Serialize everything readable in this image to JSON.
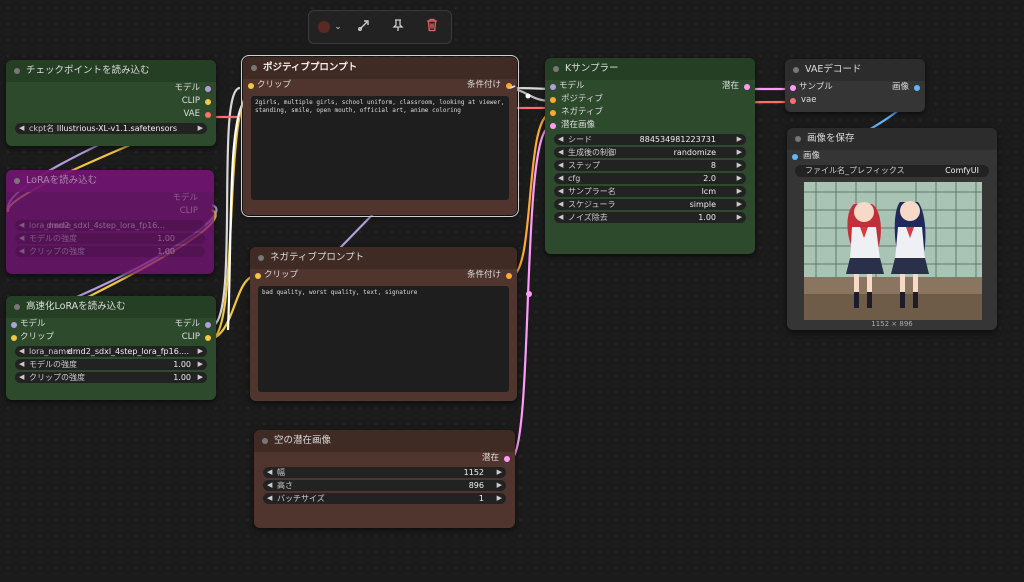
{
  "toolbar": {
    "color_chevron": "⌄",
    "bypass_icon": "bypass-icon",
    "pin_icon": "pin-icon",
    "delete_icon": "trash-icon",
    "color_value": "#5a2a22"
  },
  "nodes": {
    "checkpoint": {
      "title": "チェックポイントを読み込む",
      "outputs": [
        "モデル",
        "CLIP",
        "VAE"
      ],
      "widgets": [
        {
          "label": "ckpt名",
          "value": "Illustrious-XL-v1.1.safetensors"
        }
      ]
    },
    "lora_bypassed": {
      "title": "LoRAを読み込む",
      "outputs": [
        "モデル",
        "CLIP"
      ],
      "widgets": [
        {
          "label": "lora_name",
          "value": "dmd2_sdxl_4step_lora_fp16..."
        },
        {
          "label": "モデルの強度",
          "value": "1.00"
        },
        {
          "label": "クリップの強度",
          "value": "1.00"
        }
      ]
    },
    "lora": {
      "title": "高速化LoRAを読み込む",
      "inputs": [
        "モデル",
        "クリップ"
      ],
      "outputs": [
        "モデル",
        "CLIP"
      ],
      "widgets": [
        {
          "label": "lora_name",
          "value": "dmd2_sdxl_4step_lora_fp16...."
        },
        {
          "label": "モデルの強度",
          "value": "1.00"
        },
        {
          "label": "クリップの強度",
          "value": "1.00"
        }
      ]
    },
    "positive": {
      "title": "ポジティブプロンプト",
      "input": "クリップ",
      "output": "条件付け",
      "text": "2girls, multiple girls, school uniform, classroom, looking at viewer, standing, smile, open mouth, official art, anime coloring"
    },
    "negative": {
      "title": "ネガティブプロンプト",
      "input": "クリップ",
      "output": "条件付け",
      "text": "bad quality, worst quality, text, signature"
    },
    "ksampler": {
      "title": "Kサンプラー",
      "inputs": [
        "モデル",
        "ポジティブ",
        "ネガティブ",
        "潜在画像"
      ],
      "output": "潜在",
      "widgets": [
        {
          "label": "シード",
          "value": "884534981223731"
        },
        {
          "label": "生成後の制御",
          "value": "randomize"
        },
        {
          "label": "ステップ",
          "value": "8"
        },
        {
          "label": "cfg",
          "value": "2.0"
        },
        {
          "label": "サンプラー名",
          "value": "lcm"
        },
        {
          "label": "スケジューラ",
          "value": "simple"
        },
        {
          "label": "ノイズ除去",
          "value": "1.00"
        }
      ]
    },
    "empty_latent": {
      "title": "空の潜在画像",
      "output": "潜在",
      "widgets": [
        {
          "label": "幅",
          "value": "1152"
        },
        {
          "label": "高さ",
          "value": "896"
        },
        {
          "label": "バッチサイズ",
          "value": "1"
        }
      ]
    },
    "vae_decode": {
      "title": "VAEデコード",
      "inputs": [
        "サンプル",
        "vae"
      ],
      "output": "画像"
    },
    "save_image": {
      "title": "画像を保存",
      "input": "画像",
      "prefix_label": "ファイル名_プレフィックス",
      "prefix_value": "ComfyUI",
      "image_size": "1152 × 896"
    }
  },
  "colors": {
    "clip": "#f2c744",
    "model": "#b39ddb",
    "vae": "#ff6e6e",
    "conditioning": "#ffa931",
    "latent": "#ff9cf9",
    "image": "#64b5f6"
  }
}
